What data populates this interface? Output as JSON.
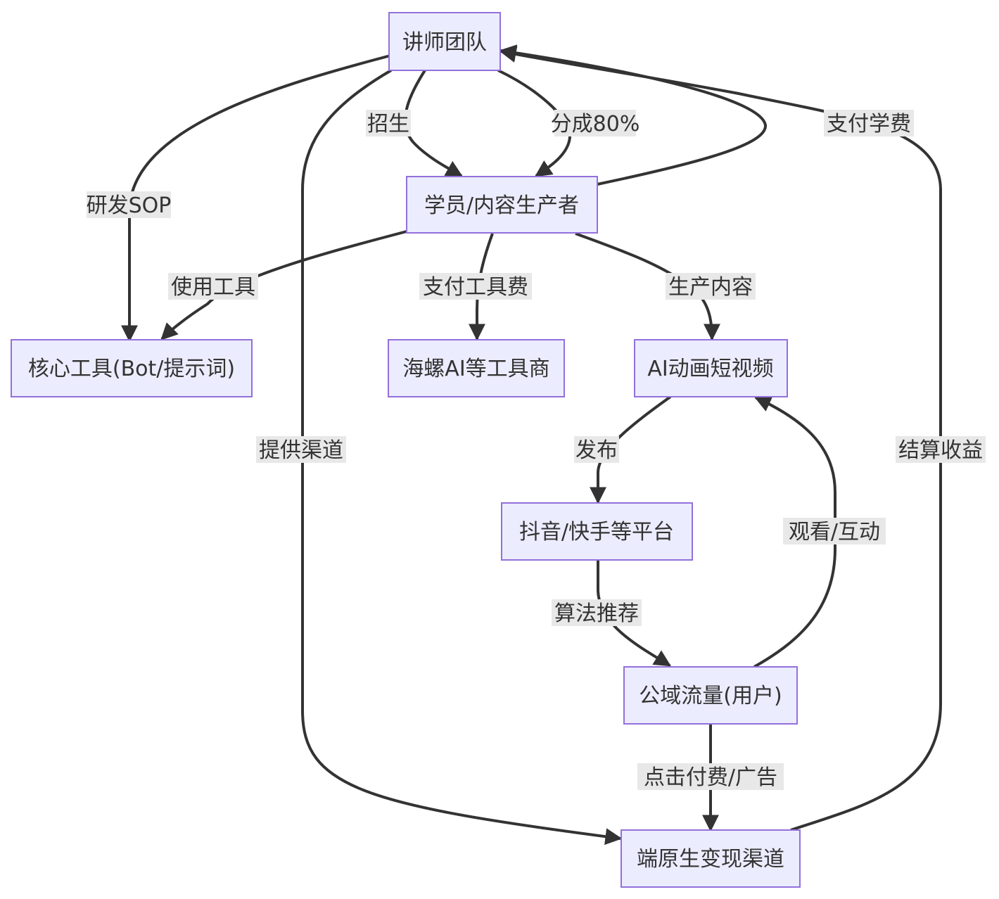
{
  "nodes": {
    "teachers": "讲师团队",
    "students": "学员/内容生产者",
    "core_tools": "核心工具(Bot/提示词)",
    "tool_vendors": "海螺AI等工具商",
    "ai_video": "AI动画短视频",
    "platforms": "抖音/快手等平台",
    "public_traffic": "公域流量(用户)",
    "monetization": "端原生变现渠道"
  },
  "edges": {
    "recruit": "招生",
    "share": "分成80%",
    "rd_sop": "研发SOP",
    "pay_tuition": "支付学费",
    "use_tools": "使用工具",
    "pay_tool_fee": "支付工具费",
    "produce": "生产内容",
    "provide_channel": "提供渠道",
    "settle": "结算收益",
    "publish": "发布",
    "watch": "观看/互动",
    "recommend": "算法推荐",
    "click_pay": "点击付费/广告"
  },
  "colors": {
    "node_fill": "#ececff",
    "node_stroke": "#9370db",
    "edge": "#333333",
    "label_bg": "#e8e8e8"
  }
}
